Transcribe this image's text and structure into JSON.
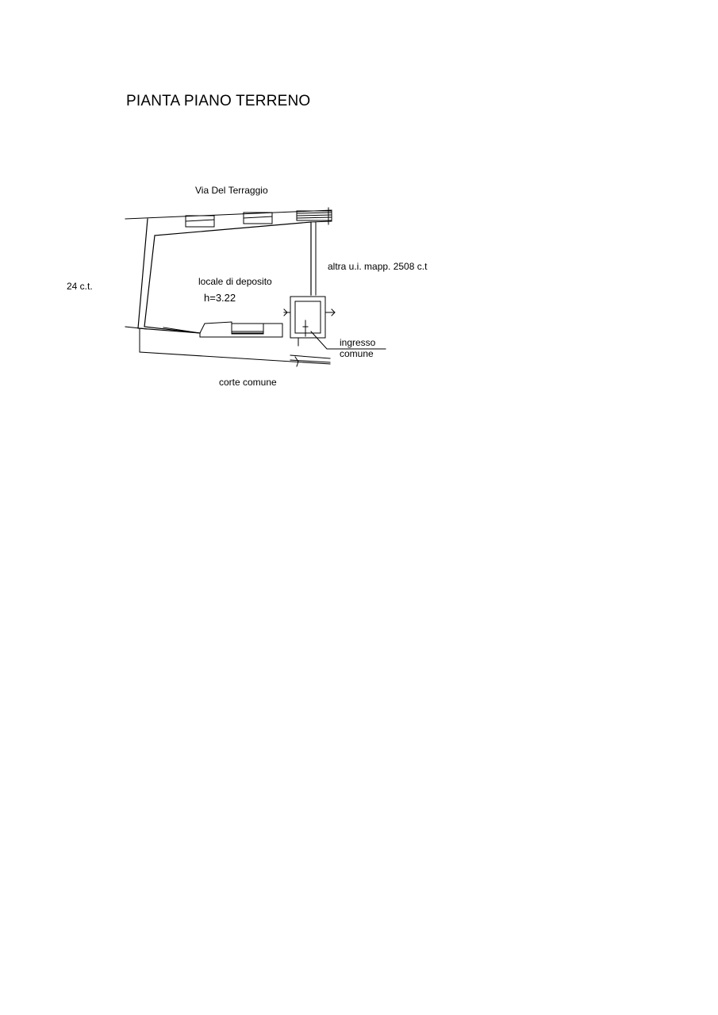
{
  "title": "PIANTA PIANO TERRENO",
  "labels": {
    "street": "Via Del Terraggio",
    "room_name": "locale di deposito",
    "room_height": "h=3.22",
    "neighbor_right": "altra u.i. mapp. 2508 c.t",
    "neighbor_left": "24 c.t.",
    "entrance_line1": "ingresso",
    "entrance_line2": "comune",
    "courtyard": "corte comune"
  }
}
